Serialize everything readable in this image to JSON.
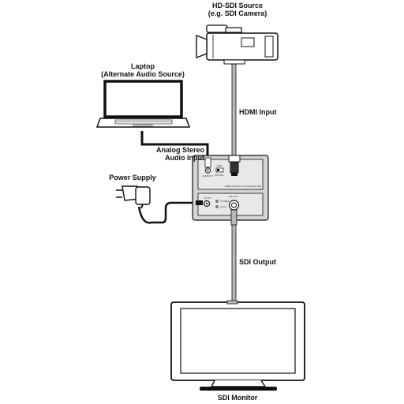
{
  "labels": {
    "source_line1": "HD-SDI Source",
    "source_line2": "(e.g. SDI Camera)",
    "laptop_line1": "Laptop",
    "laptop_line2": "(Alternate Audio Source)",
    "hdmi_input": "HDMI Input",
    "audio_line1": "Analog Stereo",
    "audio_line2": "Audio Input",
    "power_supply": "Power Supply",
    "sdi_output": "SDI Output",
    "monitor": "SDI Monitor"
  },
  "device": {
    "top_panel": {
      "port_label": "AUDIO IN",
      "switch_label": "EMB",
      "switch_text": "MIX   IMC",
      "model_text": "HDMI & AUDIO TO 3G/HD/SD-SDI"
    },
    "bottom_panel": {
      "power_label": "DC 5V",
      "led1": "POWER",
      "led2": "LOCK",
      "output_label": "SDI OUT"
    }
  },
  "colors": {
    "line": "#111111",
    "cable_gray": "#b8b8b8",
    "device_fill": "#d4d4d4",
    "panel_fill": "#e8e8e8",
    "led_green": "#5aa84a"
  }
}
